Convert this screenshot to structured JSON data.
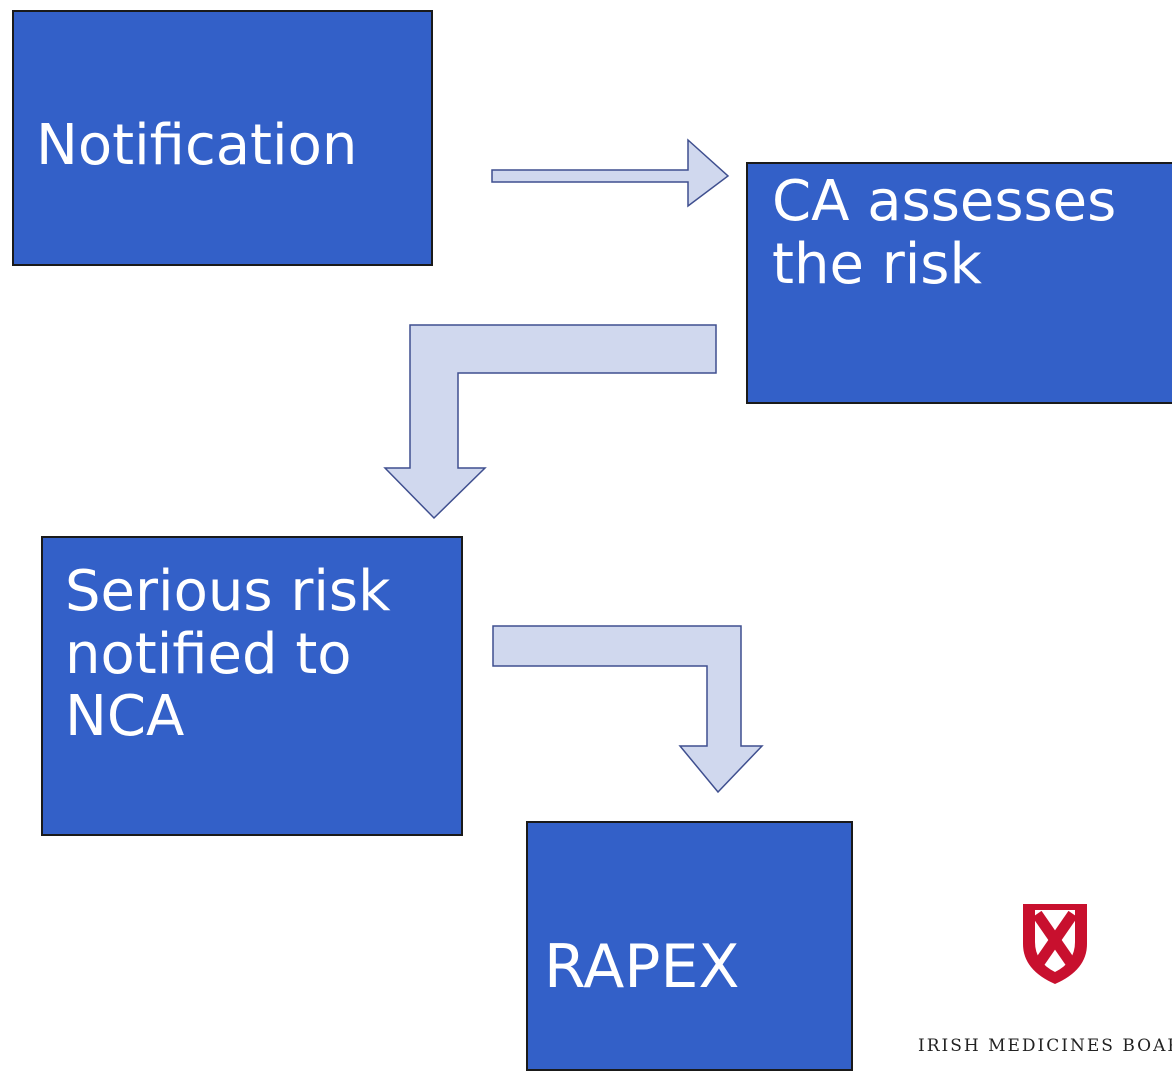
{
  "boxes": {
    "notification": "Notification",
    "ca_assesses": "CA assesses\nthe risk",
    "serious_risk": "Serious risk\nnotified to\nNCA",
    "rapex": "RAPEX"
  },
  "logo": {
    "text": "IRISH MEDICINES BOARD",
    "icon": "shield-cross-icon"
  },
  "colors": {
    "box_fill": "#3360c8",
    "arrow_fill": "#d0d8ee",
    "arrow_stroke": "#3f4f8f",
    "logo_red": "#c8102e"
  }
}
